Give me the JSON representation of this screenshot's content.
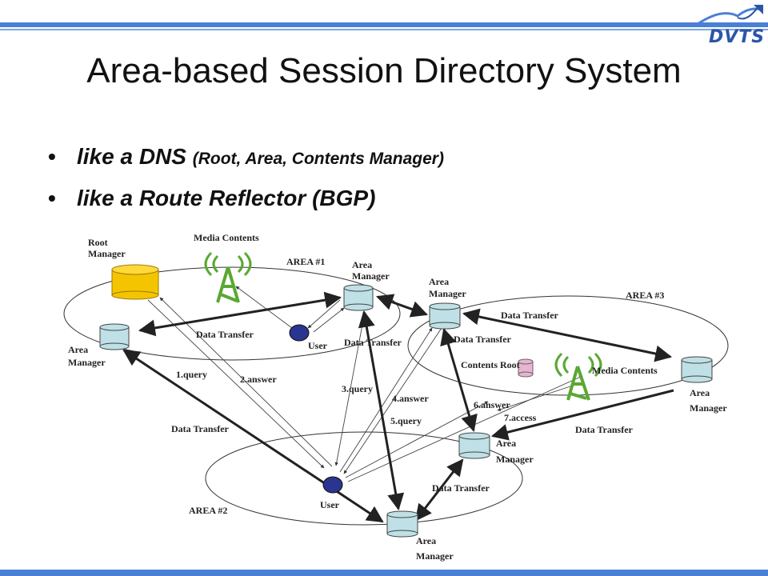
{
  "logo": {
    "text": "DVTS"
  },
  "title": "Area-based Session Directory System",
  "bullets": [
    {
      "main": "like a DNS",
      "sub": "(Root, Area, Contents Manager)"
    },
    {
      "main": "like a Route Reflector (BGP)",
      "sub": ""
    }
  ],
  "diagram": {
    "root_manager_label": [
      "Root",
      "Manager"
    ],
    "media_contents_top": "Media Contents",
    "media_contents_right": "Media Contents",
    "contents_root": "Contents Root",
    "area1": "AREA #1",
    "area2": "AREA #2",
    "area3": "AREA #3",
    "area_manager": [
      "Area",
      "Manager"
    ],
    "user": "User",
    "data_transfer": "Data Transfer",
    "query1": "1.query",
    "answer2": "2.answer",
    "query3": "3.query",
    "answer4": "4.answer",
    "query5": "5.query",
    "answer6": "6.answer",
    "access7": "7.access"
  },
  "colors": {
    "accent": "#4a7fd6",
    "cylinder": "#bfe0e6",
    "root": "#f5c400",
    "user": "#2a3590",
    "tower": "#5aa832",
    "contents_root": "#e8b4d0"
  }
}
